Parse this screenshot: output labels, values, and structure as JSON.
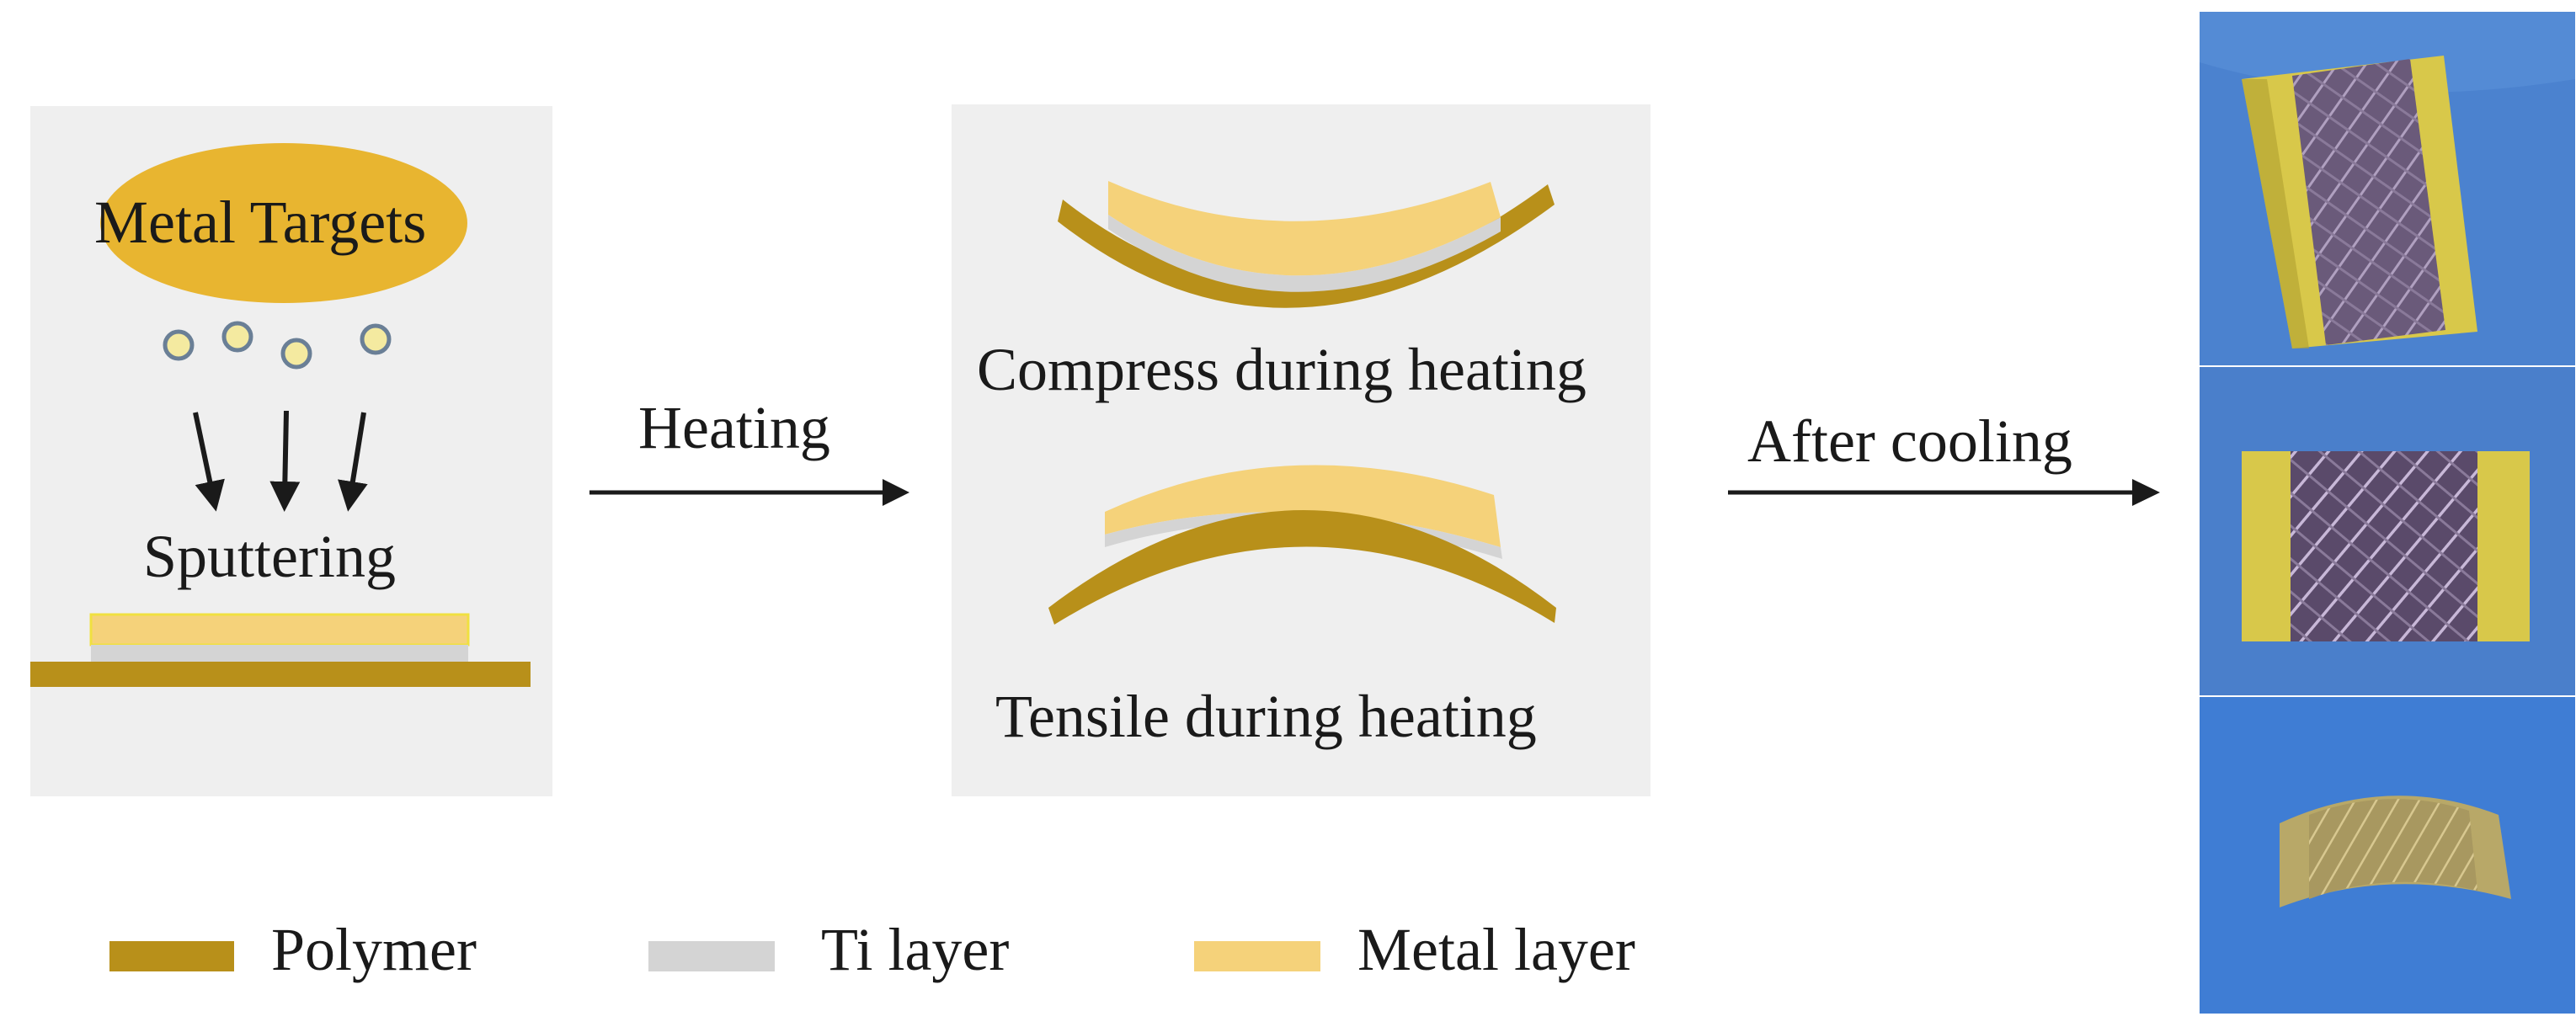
{
  "left_panel": {
    "target_label": "Metal Targets",
    "process_label": "Sputtering"
  },
  "arrows": {
    "heating_label": "Heating",
    "cooling_label": "After cooling"
  },
  "middle_panel": {
    "compress_label": "Compress during heating",
    "tensile_label": "Tensile during heating"
  },
  "legend": {
    "items": [
      {
        "label": "Polymer",
        "color": "#b8901a"
      },
      {
        "label": "Ti layer",
        "color": "#d4d4d4"
      },
      {
        "label": "Metal layer",
        "color": "#f5d27a"
      }
    ]
  },
  "colors": {
    "polymer": "#b8901a",
    "ti": "#d4d4d4",
    "metal": "#f5d27a",
    "target": "#e8b530",
    "particle_fill": "#f4eaa0",
    "particle_stroke": "#6a7f96",
    "panel_bg": "#efefef",
    "photo_bg": "#3d78c8"
  }
}
